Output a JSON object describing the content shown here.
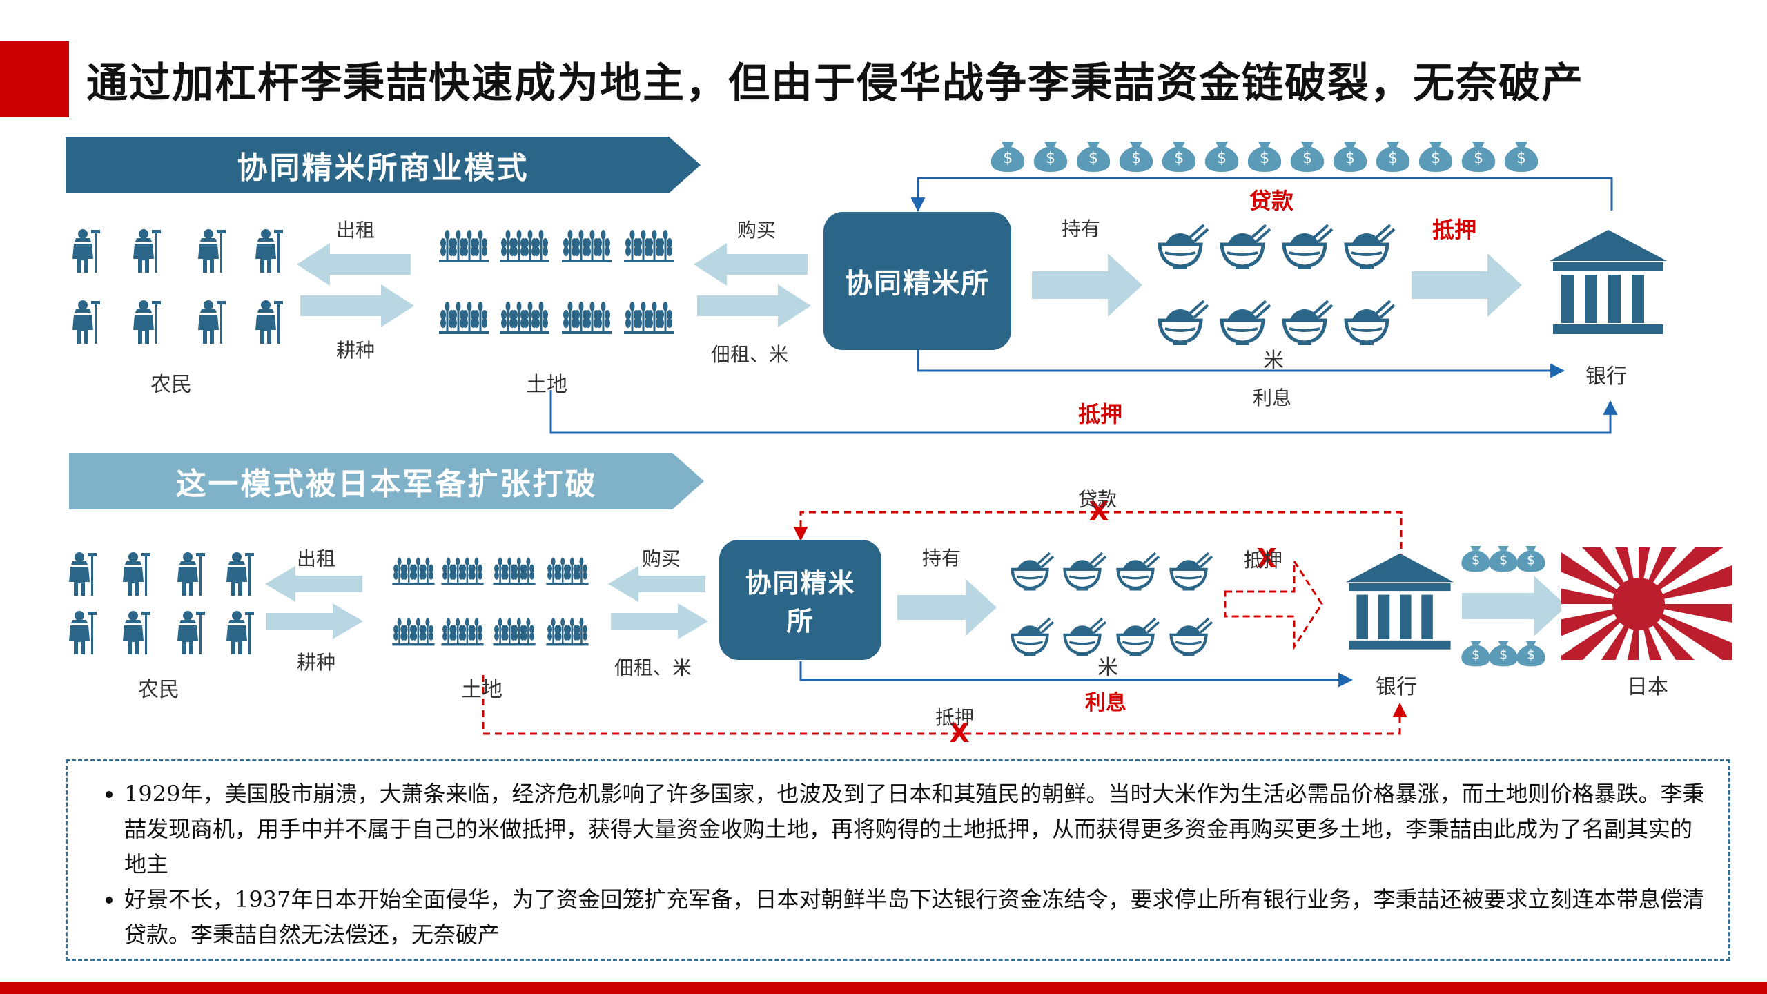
{
  "title": "通过加杠杆李秉喆快速成为地主，但由于侵华战争李秉喆资金链破裂，无奈破产",
  "top_section": {
    "banner": "协同精米所商业模式",
    "farmers_label": "农民",
    "land_label": "土地",
    "rent_label": "出租",
    "farm_label": "耕种",
    "buy_label": "购买",
    "tenant_rice_label": "佃租、米",
    "company": "协同精米所",
    "hold_label": "持有",
    "loan_label": "贷款",
    "mortgage_label_1": "抵押",
    "rice_label": "米",
    "interest_label": "利息",
    "bank_label": "银行",
    "mortgage_label_2": "抵押",
    "money_icon_symbol": "$"
  },
  "bottom_section": {
    "banner": "这一模式被日本军备扩张打破",
    "farmers_label": "农民",
    "land_label": "土地",
    "rent_label": "出租",
    "farm_label": "耕种",
    "buy_label": "购买",
    "tenant_rice_label": "佃租、米",
    "company": "协同精米所",
    "hold_label": "持有",
    "loan_label": "贷款",
    "mortgage_label_1": "抵押",
    "rice_label": "米",
    "interest_label": "利息",
    "bank_label": "银行",
    "mortgage_label_2": "抵押",
    "japan_label": "日本",
    "cross_mark": "X",
    "money_icon_symbol": "$"
  },
  "notes": [
    "1929年，美国股市崩溃，大萧条来临，经济危机影响了许多国家，也波及到了日本和其殖民的朝鲜。当时大米作为生活必需品价格暴涨，而土地则价格暴跌。李秉喆发现商机，用手中并不属于自己的米做抵押，获得大量资金收购土地，再将购得的土地抵押，从而获得更多资金再购买更多土地，李秉喆由此成为了名副其实的地主",
    "好景不长，1937年日本开始全面侵华，为了资金回笼扩充军备，日本对朝鲜半岛下达银行资金冻结令，要求停止所有银行业务，李秉喆还被要求立刻连本带息偿清贷款。李秉喆自然无法偿还，无奈破产"
  ],
  "colors": {
    "accent_red": "#cc0000",
    "dark_blue": "#2b6587",
    "light_blue": "#7fb1c8",
    "arrow_fill": "#b9d6e3",
    "money_bag": "#5b9bb8",
    "warning_red": "#d40000"
  }
}
